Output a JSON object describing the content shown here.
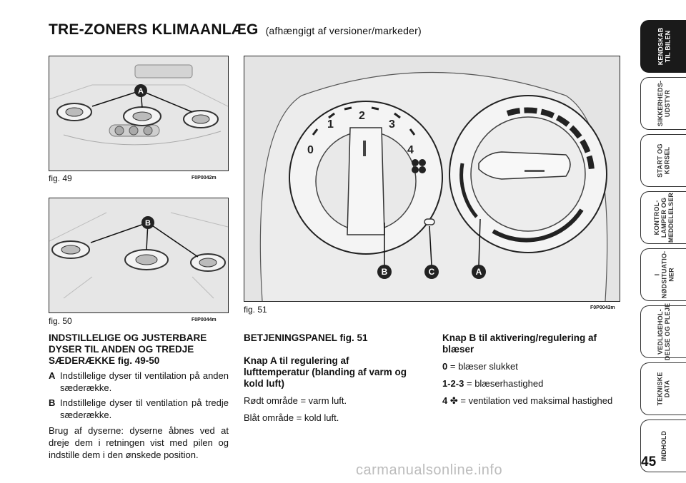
{
  "page": {
    "title": "TRE-ZONERS KLIMAANLÆG",
    "title_note": "(afhængigt af versioner/markeder)",
    "page_number": "45",
    "watermark": "carmanualsonline.info"
  },
  "figures": [
    {
      "label": "fig. 49",
      "code": "F0P0042m",
      "marker": "A"
    },
    {
      "label": "fig. 50",
      "code": "F0P0044m",
      "marker": "B"
    },
    {
      "label": "fig. 51",
      "code": "F0P0043m",
      "markers": [
        "B",
        "C",
        "A"
      ],
      "fan_scale": [
        "0",
        "1",
        "2",
        "3",
        "4"
      ]
    }
  ],
  "left_column": {
    "heading": "INDSTILLELIGE OG JUSTERBARE DYSER TIL ANDEN OG TREDJE SÆDERÆKKE fig. 49-50",
    "items": [
      {
        "key": "A",
        "text": "Indstillelige dyser til ventilation på anden sæderække."
      },
      {
        "key": "B",
        "text": "Indstillelige dyser til ventilation på tredje sæderække."
      }
    ],
    "body": "Brug af dyserne: dyserne åbnes ved at dreje dem i retningen vist med pilen og indstille dem i den ønskede position."
  },
  "middle_column": {
    "heading": "BETJENINGSPANEL fig. 51",
    "subheading": "Knap A til regulering af lufttemperatur (blanding af varm og kold luft)",
    "line1": "Rødt område = varm luft.",
    "line2": "Blåt område = kold luft."
  },
  "right_column": {
    "heading": "Knap B til aktivering/regulering af blæser",
    "items": [
      {
        "key": "0",
        "text": "= blæser slukket"
      },
      {
        "key": "1-2-3",
        "text": "= blæserhastighed"
      },
      {
        "key": "4 ✤",
        "text": "= ventilation ved maksimal hastighed"
      }
    ]
  },
  "tabs": [
    {
      "label": "KENDSKAB\nTIL BILEN",
      "active": true
    },
    {
      "label": "SIKKERHEDS-\nUDSTYR",
      "active": false
    },
    {
      "label": "START OG\nKØRSEL",
      "active": false
    },
    {
      "label": "KONTROL-\nLAMPER OG\nMEDDELELSER",
      "active": false
    },
    {
      "label": "I\nNØDSITUATIO-\nNER",
      "active": false
    },
    {
      "label": "VEDLIGEHOL-\nDELSE OG PLEJE",
      "active": false
    },
    {
      "label": "TEKNISKE\nDATA",
      "active": false
    },
    {
      "label": "INDHOLD",
      "active": false
    }
  ]
}
